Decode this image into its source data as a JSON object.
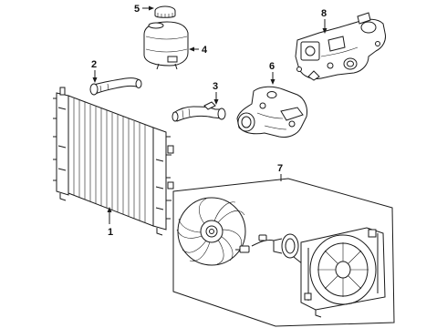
{
  "callouts": {
    "radiator": "1",
    "hose_upper": "2",
    "hose_lower": "3",
    "reservoir": "4",
    "reservoir_cap": "5",
    "water_pump": "6",
    "fan_assembly": "7",
    "thermostat_housing": "8"
  },
  "colors": {
    "line": "#1a1a1a",
    "background": "#ffffff"
  }
}
